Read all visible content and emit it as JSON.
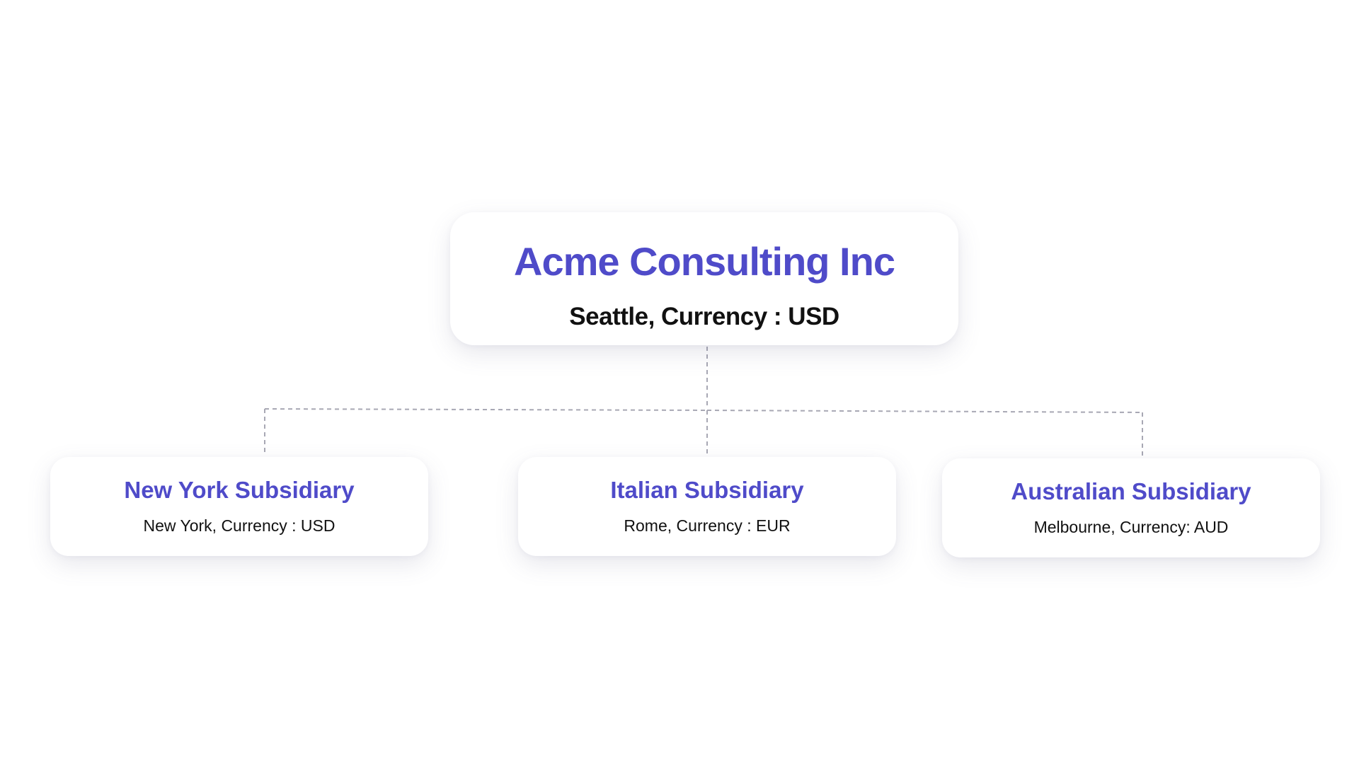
{
  "colors": {
    "title": "#4F4BC9",
    "connector": "#A8A8B4"
  },
  "parent": {
    "title": "Acme Consulting Inc",
    "subtitle": "Seattle, Currency : USD"
  },
  "children": [
    {
      "title": "New York Subsidiary",
      "subtitle": "New York, Currency : USD"
    },
    {
      "title": "Italian Subsidiary",
      "subtitle": "Rome, Currency : EUR"
    },
    {
      "title": "Australian Subsidiary",
      "subtitle": "Melbourne, Currency: AUD"
    }
  ]
}
